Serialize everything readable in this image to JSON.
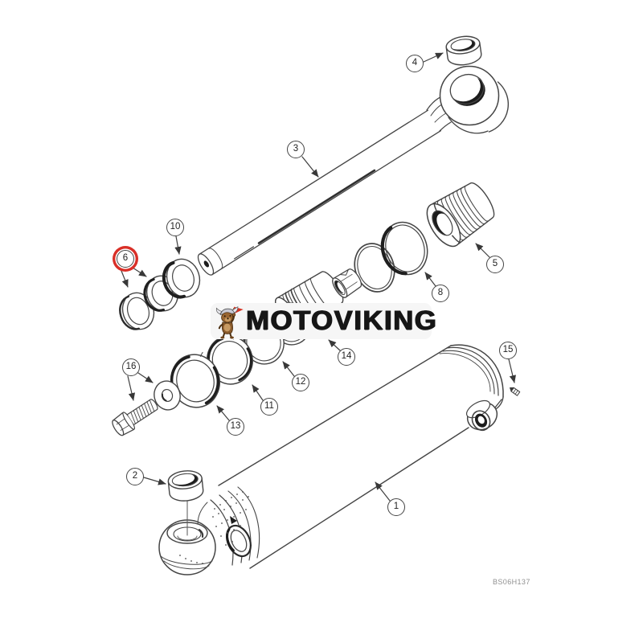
{
  "diagram": {
    "description": "Hydraulic cylinder exploded parts line drawing",
    "drawing_code": "BS06H137",
    "callouts": [
      {
        "number": "1",
        "highlighted": false
      },
      {
        "number": "2",
        "highlighted": false
      },
      {
        "number": "3",
        "highlighted": false
      },
      {
        "number": "4",
        "highlighted": false
      },
      {
        "number": "5",
        "highlighted": false
      },
      {
        "number": "6",
        "highlighted": true
      },
      {
        "number": "8",
        "highlighted": false
      },
      {
        "number": "10",
        "highlighted": false
      },
      {
        "number": "11",
        "highlighted": false
      },
      {
        "number": "12",
        "highlighted": false
      },
      {
        "number": "13",
        "highlighted": false
      },
      {
        "number": "14",
        "highlighted": false
      },
      {
        "number": "15",
        "highlighted": false
      },
      {
        "number": "16",
        "highlighted": false
      }
    ]
  },
  "watermark": {
    "brand": "MOTOVIKING",
    "mascot_icon": "viking-dog-with-red-flag-icon"
  },
  "colors": {
    "background": "#ffffff",
    "line": "#454545",
    "dark_fill": "#1c1c1c",
    "highlight_red": "#d92f27",
    "watermark_bg": "#f6f6f6",
    "brand_text": "#161616",
    "code_text": "#909090"
  }
}
